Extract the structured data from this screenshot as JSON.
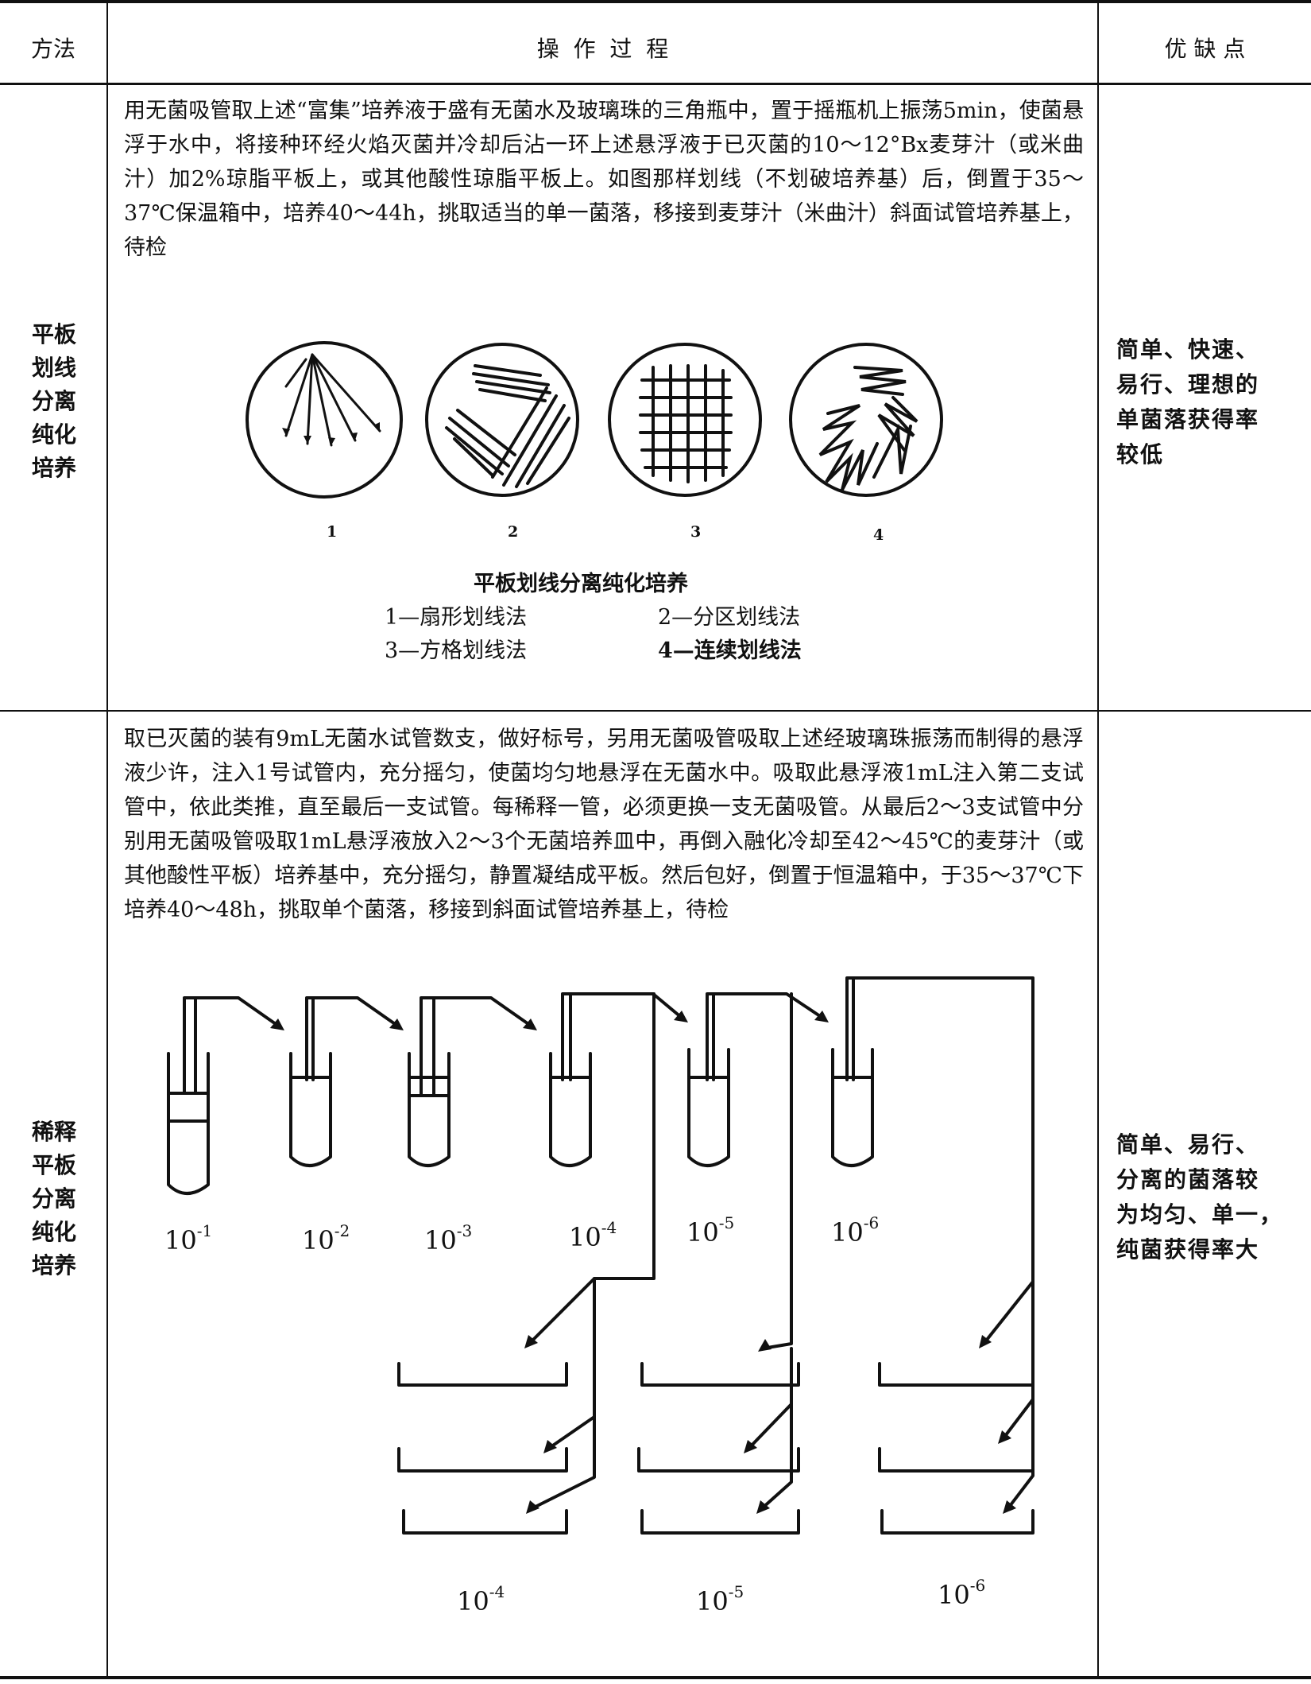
{
  "header": {
    "method": "方法",
    "process": "操  作  过  程",
    "merits": "优 缺 点"
  },
  "rows": [
    {
      "method_lines": [
        "平板",
        "划线",
        "分离",
        "纯化",
        "培养"
      ],
      "process_text": "用无菌吸管取上述“富集”培养液于盛有无菌水及玻璃珠的三角瓶中，置于摇瓶机上振荡5min，使菌悬浮于水中，将接种环经火焰灭菌并冷却后沾一环上述悬浮液于已灭菌的10～12°Bx麦芽汁（或米曲汁）加2%琼脂平板上，或其他酸性琼脂平板上。如图那样划线（不划破培养基）后，倒置于35～37℃保温箱中，培养40～44h，挑取适当的单一菌落，移接到麦芽汁（米曲汁）斜面试管培养基上，待检",
      "figure": {
        "plate_numbers": [
          "1",
          "2",
          "3",
          "4"
        ],
        "caption_title": "平板划线分离纯化培养",
        "legend": [
          "1—扇形划线法",
          "2—分区划线法",
          "3—方格划线法",
          "4—连续划线法"
        ]
      },
      "merits_lines": [
        "简单、快速、",
        "易行、理想的",
        "单菌落获得率",
        "较低"
      ]
    },
    {
      "method_lines": [
        "稀释",
        "平板",
        "分离",
        "纯化",
        "培养"
      ],
      "process_text": "取已灭菌的装有9mL无菌水试管数支，做好标号，另用无菌吸管吸取上述经玻璃珠振荡而制得的悬浮液少许，注入1号试管内，充分摇匀，使菌均匀地悬浮在无菌水中。吸取此悬浮液1mL注入第二支试管中，依此类推，直至最后一支试管。每稀释一管，必须更换一支无菌吸管。从最后2～3支试管中分别用无菌吸管吸取1mL悬浮液放入2～3个无菌培养皿中，再倒入融化冷却至42～45℃的麦芽汁（或其他酸性平板）培养基中，充分摇匀，静置凝结成平板。然后包好，倒置于恒温箱中，于35～37℃下培养40～48h，挑取单个菌落，移接到斜面试管培养基上，待检",
      "figure": {
        "tube_exponents": [
          "-1",
          "-2",
          "-3",
          "-4",
          "-5",
          "-6"
        ],
        "dish_exponents": [
          "-4",
          "-5",
          "-6"
        ],
        "base": "10"
      },
      "merits_lines": [
        "简单、易行、",
        "分离的菌落较",
        "为均匀、单一，",
        "纯菌获得率大"
      ]
    }
  ]
}
